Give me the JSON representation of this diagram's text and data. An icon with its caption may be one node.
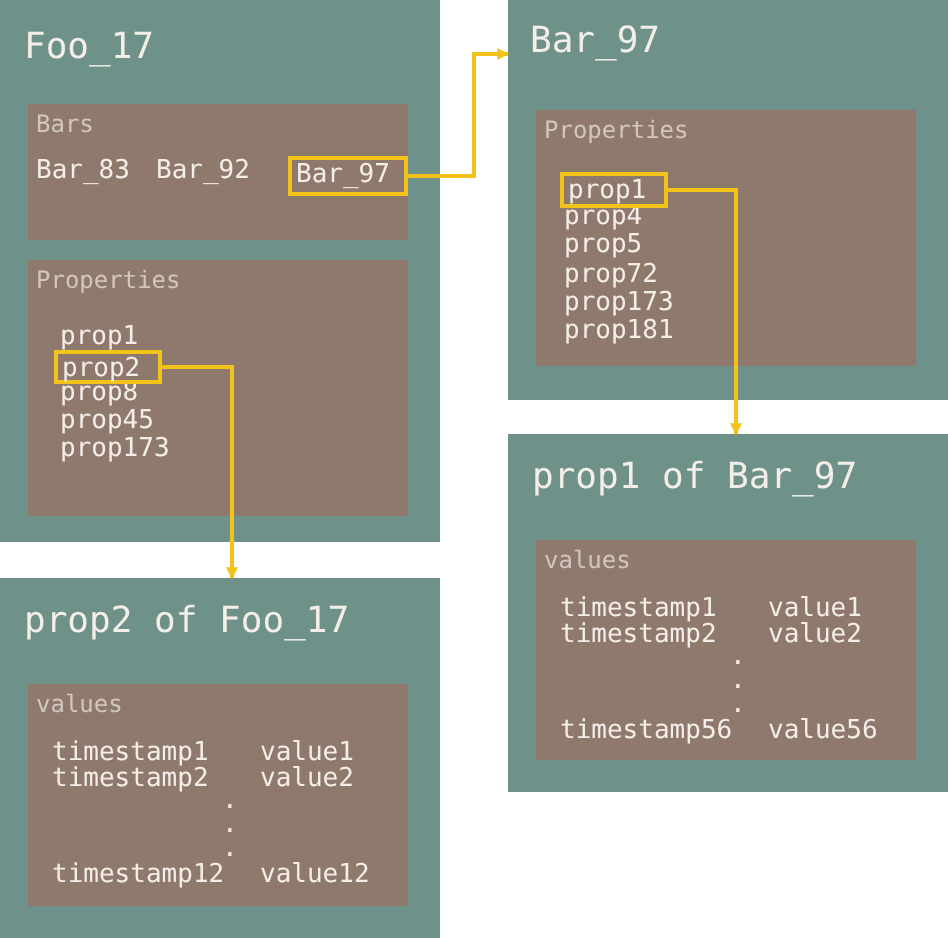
{
  "diagram": {
    "nodes": [
      {
        "text": [
          "Foo_17"
        ]
      },
      {
        "text": [
          "Bars",
          "Bar_83",
          "Bar_92"
        ],
        "in": 0
      },
      {
        "text": [
          "Bar_97"
        ],
        "in": 1
      },
      {
        "text": [
          "Properties",
          "prop1",
          "prop8",
          "prop45",
          "prop173"
        ],
        "in": 0
      },
      {
        "text": [
          "prop2"
        ],
        "in": 3
      },
      {
        "text": [
          "Bar_97"
        ]
      },
      {
        "text": [
          "Properties",
          "prop4",
          "prop5",
          "prop72",
          "prop173",
          "prop181"
        ],
        "in": 5
      },
      {
        "text": [
          "prop1"
        ],
        "in": 6
      },
      {
        "text": [
          "prop2 of Foo_17"
        ]
      },
      {
        "text": [
          "values",
          "timestamp1",
          "value1",
          "timestamp2",
          "value2",
          ".",
          ".",
          ".",
          "timestamp12",
          "value12"
        ],
        "in": 8
      },
      {
        "text": [
          "prop1 of Bar_97"
        ]
      },
      {
        "text": [
          "values",
          "timestamp1",
          "value1",
          "timestamp2",
          "value2",
          ".",
          ".",
          ".",
          "timestamp56",
          "value56"
        ],
        "in": 10
      }
    ],
    "edges": [
      {
        "from": 2,
        "to": 5,
        "arrow": "to"
      },
      {
        "from": 4,
        "to": 8,
        "arrow": "to"
      },
      {
        "from": 7,
        "to": 10,
        "arrow": "to"
      }
    ]
  }
}
